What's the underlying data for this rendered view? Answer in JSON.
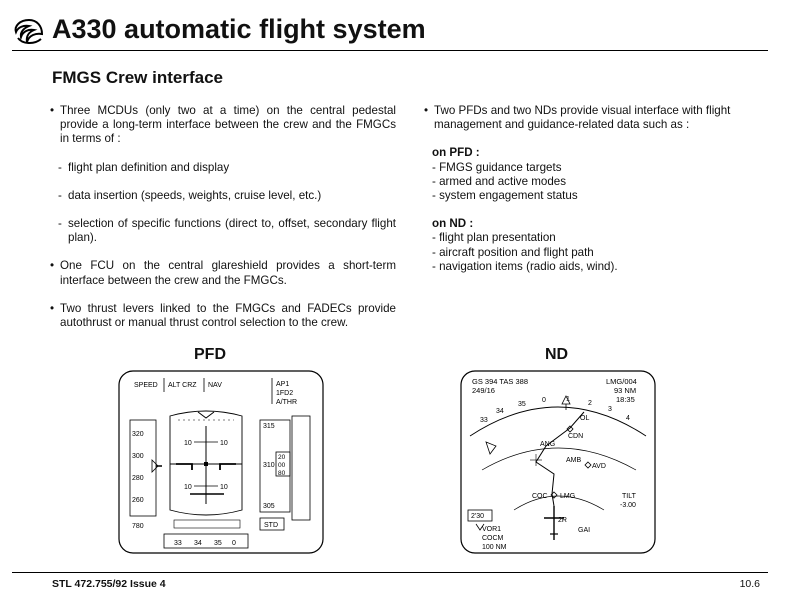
{
  "header": {
    "title": "A330 automatic flight system",
    "subtitle": "FMGS Crew interface"
  },
  "left_column": {
    "bullet1": "Three MCDUs (only two at a time) on the central pedestal provide a long-term interface between the crew and the FMGCs in terms of :",
    "sub1": "flight plan definition and display",
    "sub2": "data insertion (speeds, weights, cruise level, etc.)",
    "sub3": "selection of specific functions (direct to, offset, secondary flight plan).",
    "bullet2": "One FCU on the central glareshield provides a short-term interface between the crew and the FMGCs.",
    "bullet3": "Two thrust levers linked to the FMGCs and FADECs provide autothrust or manual thrust control selection to the crew."
  },
  "right_column": {
    "bullet1": "Two PFDs and two NDs provide visual interface with flight management and guidance-related data such as :",
    "pfd_head": "on PFD :",
    "pfd_items": [
      "- FMGS guidance targets",
      "- armed and active modes",
      "- system engagement status"
    ],
    "nd_head": "on ND :",
    "nd_items": [
      "- flight plan presentation",
      "- aircraft position and flight path",
      "- navigation items (radio aids, wind)."
    ]
  },
  "pfd": {
    "label": "PFD",
    "fma_speed": "SPEED",
    "fma_alt": "ALT CRZ",
    "fma_nav": "NAV",
    "fma_ap1": "AP1",
    "fma_fd": "1FD2",
    "fma_athr": "A/THR",
    "speed_ticks": [
      "320",
      "300",
      "280",
      "260"
    ],
    "mach": "780",
    "pitch_10": "10",
    "alt_top": "315",
    "alt_cur": "310",
    "alt_box": [
      "20",
      "00",
      "80"
    ],
    "alt_bot": "305",
    "std": "STD",
    "heading": [
      "33",
      "34",
      "35",
      "0"
    ]
  },
  "nd": {
    "label": "ND",
    "gs_tas": "GS 394 TAS 388",
    "wind": "249/16",
    "wpt": "LMG/004",
    "dist": "93 NM",
    "time": "18:35",
    "hdg_ticks": [
      "33",
      "34",
      "35",
      "0",
      "1",
      "2",
      "3",
      "4"
    ],
    "wpts": [
      "OL",
      "CDN",
      "ANG",
      "AMB",
      "AVD",
      "COC",
      "LMG"
    ],
    "tilt": "TILT",
    "tilt_val": "-3.00",
    "time_box": "2'30",
    "vor": "VOR1",
    "coc": "COCM",
    "nm": "100 NM",
    "rng": "2R",
    "gai": "GAI"
  },
  "footer": {
    "doc": "STL 472.755/92 Issue 4",
    "page": "10.6"
  }
}
